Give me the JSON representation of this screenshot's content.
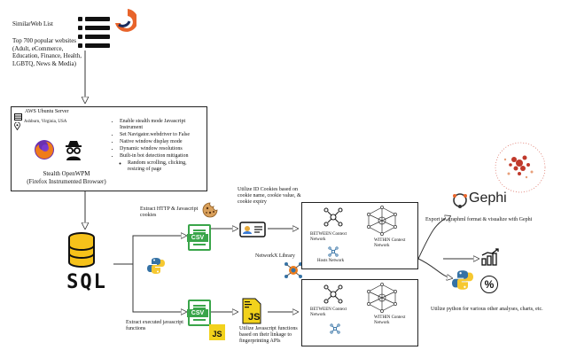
{
  "source": {
    "title": "SimilarWeb List",
    "description": "Top 700 popular websites (Adult, eCommerce, Education, Finance, Health, LGBTQ, News & Media)"
  },
  "server": {
    "name": "AWS Ubuntu Server",
    "location": "Ashburn, Virginia, USA",
    "crawler_label": "Stealth OpenWPM",
    "crawler_sublabel": "(Firefox Instrumented Browser)",
    "features": [
      "Enable stealth mode Javascript Instrument",
      "Set Navigator.webdriver to False",
      "Native window display mode",
      "Dynamic window resolutions",
      "Built-in bot detection mitigation"
    ],
    "sub_features": [
      "Random scrolling, clicking, resizing of page"
    ]
  },
  "database": {
    "label": "SQL"
  },
  "extract": {
    "cookies": "Extract HTTP & Javascript cookies",
    "functions": "Extract executed javascript functions"
  },
  "csv_label": "CSV",
  "js_label": "JS",
  "utilize": {
    "cookies": "Utilize ID Cookies based on cookie name, cookie value, & cookie expiry",
    "functions": "Utilize Javascript functions based on their linkage to fingerprinting APIs"
  },
  "networkx": {
    "label": "NetworkX Library"
  },
  "networks_top": {
    "between": "BETWEEN Context Network",
    "within": "WITHIN Context Network",
    "hosts": "Hosts Network"
  },
  "networks_bottom": {
    "between": "BETWEEN Context Network",
    "within": "WITHIN Context Network"
  },
  "gephi": {
    "logo": "Gephi",
    "caption": "Export to .graphml format & visualize with Gephi"
  },
  "python_output": {
    "caption": "Utilize python for various other analyses, charts, etc.",
    "percent_symbol": "%"
  },
  "colors": {
    "accent_orange": "#e8642b",
    "csv_green": "#3aa54a",
    "js_yellow": "#f2d21c",
    "python_blue": "#3572a5",
    "python_yellow": "#f6c830",
    "firefox_orange": "#f07c1a",
    "firefox_purple": "#6a2fb0"
  },
  "icons": [
    "list-icon",
    "firefox-icon",
    "spy-icon",
    "server-icon",
    "location-pin-icon",
    "database-icon",
    "python-icon",
    "cookie-icon",
    "id-card-icon",
    "network-graph-icon",
    "bar-chart-icon",
    "percent-icon"
  ]
}
